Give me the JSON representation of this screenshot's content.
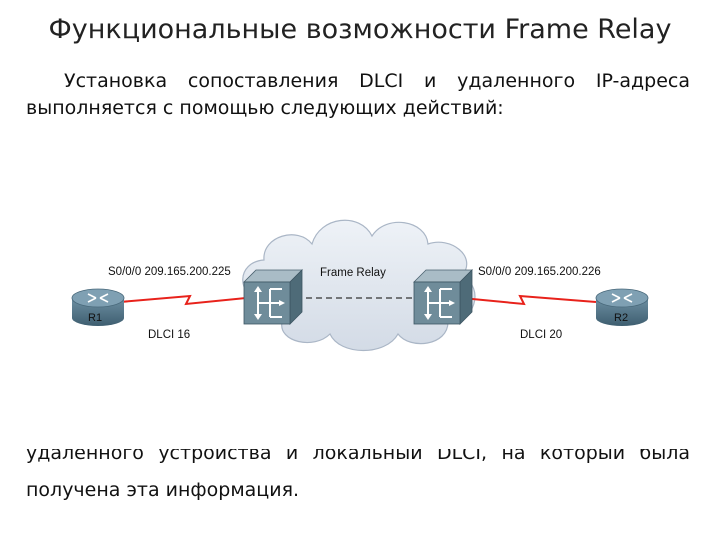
{
  "slide": {
    "title": "Функциональные возможности Frame Relay",
    "intro_line1": "Установка сопоставления DLCI и удаленного IP-адреса",
    "intro_line2": "выполняется с помощью следующих действий:",
    "bottom_line1": "удаленного устройства и локальный DLCI, на который была",
    "bottom_line2": "получена эта информация."
  },
  "diagram": {
    "cloud_label": "Frame Relay",
    "left_router": {
      "name": "R1",
      "interface": "S0/0/0 209.165.200.225",
      "dlci": "DLCI 16"
    },
    "right_router": {
      "name": "R2",
      "interface": "S0/0/0 209.165.200.226",
      "dlci": "DLCI 20"
    },
    "colors": {
      "serial_link": "#e8221b",
      "cloud_fill": "#dde4ee",
      "switch_face": "#6f8c9a",
      "router_body": "#4d6f82"
    }
  }
}
